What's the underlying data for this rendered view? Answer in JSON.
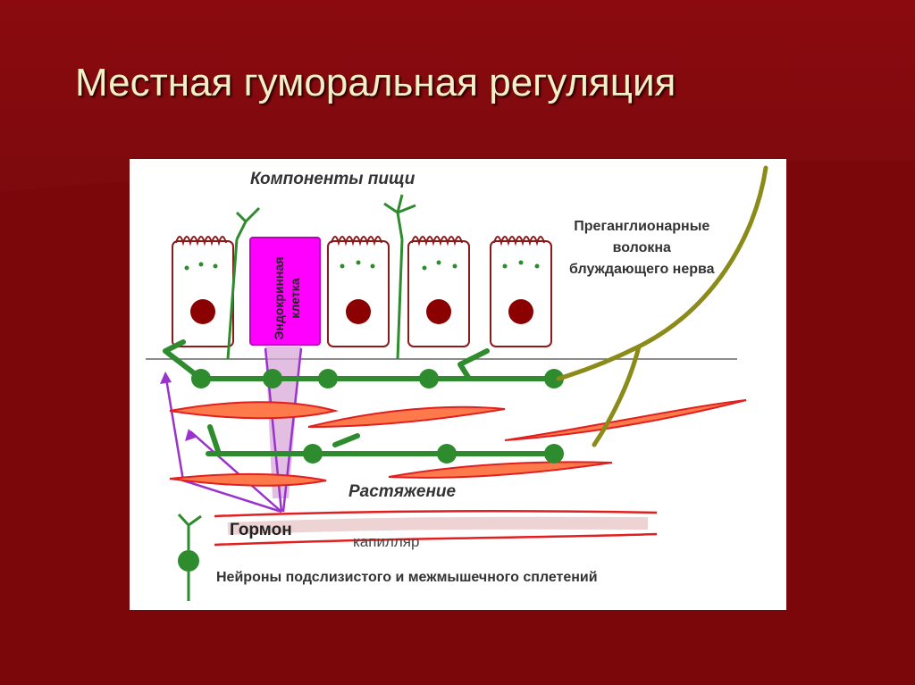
{
  "slide": {
    "title": "Местная гуморальная регуляция"
  },
  "diagram": {
    "labels": {
      "food_components": "Компоненты пищи",
      "preganglionic_line1": "Преганглионарные",
      "preganglionic_line2": "волокна",
      "preganglionic_line3": "блуждающего нерва",
      "endocrine_cell_line1": "Эндокринная",
      "endocrine_cell_line2": "клетка",
      "stretch": "Растяжение",
      "hormone": "Гормон",
      "capillary": "капилляр",
      "neurons": "Нейроны подслизистого и межмышечного сплетений"
    },
    "colors": {
      "epithelial_outline": "#8b1a1a",
      "nucleus": "#8b0000",
      "endocrine_cell": "#ff00ff",
      "neuron": "#2e8b2e",
      "vagus_fiber": "#8b8b1a",
      "smooth_muscle": "#ff7a4a",
      "hormone_arrow": "#9933cc",
      "capillary": "#e02020"
    }
  }
}
